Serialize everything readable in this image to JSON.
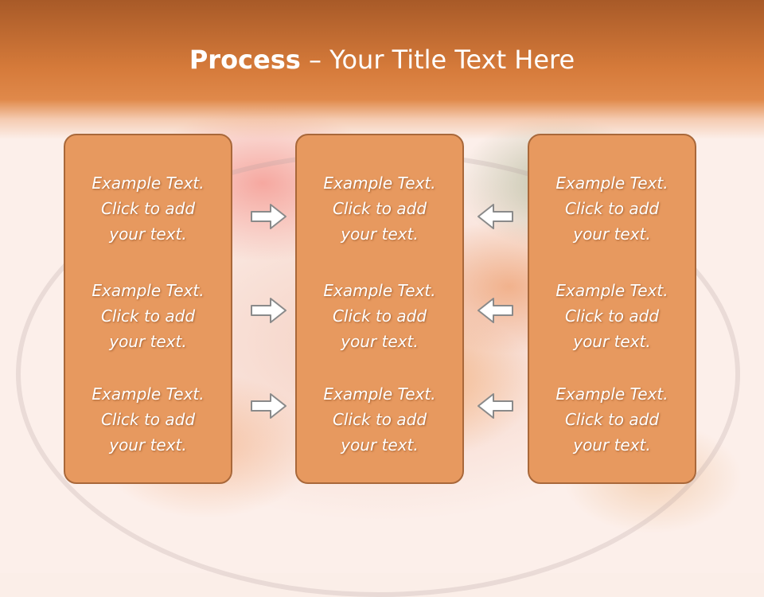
{
  "slide": {
    "title_bold": "Process",
    "title_sep": " – ",
    "title_rest": "Your Title Text Here"
  },
  "columns": [
    {
      "items": [
        "Example Text.\nClick  to add\nyour text.",
        "Example Text.\nClick  to add\nyour text.",
        "Example Text.\nClick  to add\nyour text."
      ]
    },
    {
      "items": [
        "Example Text.\nClick  to add\nyour text.",
        "Example Text.\nClick  to add\nyour text.",
        "Example Text.\nClick  to add\nyour text."
      ]
    },
    {
      "items": [
        "Example Text.\nClick  to add\nyour text.",
        "Example Text.\nClick  to add\nyour text.",
        "Example Text.\nClick  to add\nyour text."
      ]
    }
  ],
  "arrows": {
    "left_group": [
      "arrow-right-icon",
      "arrow-right-icon",
      "arrow-right-icon"
    ],
    "right_group": [
      "arrow-left-icon",
      "arrow-left-icon",
      "arrow-left-icon"
    ]
  },
  "colors": {
    "header": "#d57a3a",
    "panel_fill": "#e7995f",
    "panel_border": "#a9683a",
    "arrow_fill": "#ffffff",
    "arrow_stroke": "#8a8a8a"
  }
}
